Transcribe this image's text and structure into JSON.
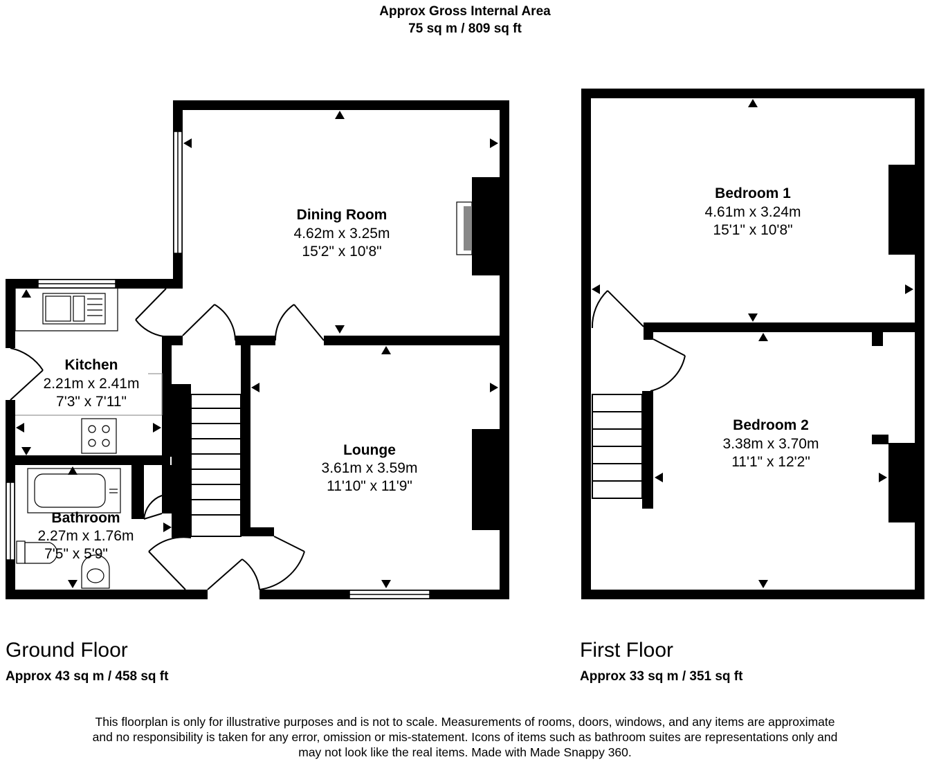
{
  "header": {
    "line1": "Approx Gross Internal Area",
    "line2": "75 sq m / 809 sq ft"
  },
  "floors": [
    {
      "name": "Ground Floor",
      "area": "Approx 43 sq m / 458 sq ft",
      "rooms": [
        {
          "name": "Dining Room",
          "metric": "4.62m x 3.25m",
          "imperial": "15'2\" x 10'8\""
        },
        {
          "name": "Kitchen",
          "metric": "2.21m x 2.41m",
          "imperial": "7'3\" x 7'11\""
        },
        {
          "name": "Lounge",
          "metric": "3.61m x 3.59m",
          "imperial": "11'10\" x 11'9\""
        },
        {
          "name": "Bathroom",
          "metric": "2.27m x 1.76m",
          "imperial": "7'5\" x 5'9\""
        }
      ]
    },
    {
      "name": "First Floor",
      "area": "Approx 33 sq m / 351 sq ft",
      "rooms": [
        {
          "name": "Bedroom 1",
          "metric": "4.61m x 3.24m",
          "imperial": "15'1\" x 10'8\""
        },
        {
          "name": "Bedroom 2",
          "metric": "3.38m x 3.70m",
          "imperial": "11'1\" x 12'2\""
        }
      ]
    }
  ],
  "disclaimer": [
    "This floorplan is only for illustrative purposes and is not to scale. Measurements of rooms, doors, windows, and any items are approximate",
    "and no responsibility is taken for any error, omission or mis-statement. Icons of items such as bathroom suites are representations only and",
    "may not look like the real items. Made with Made Snappy 360."
  ]
}
